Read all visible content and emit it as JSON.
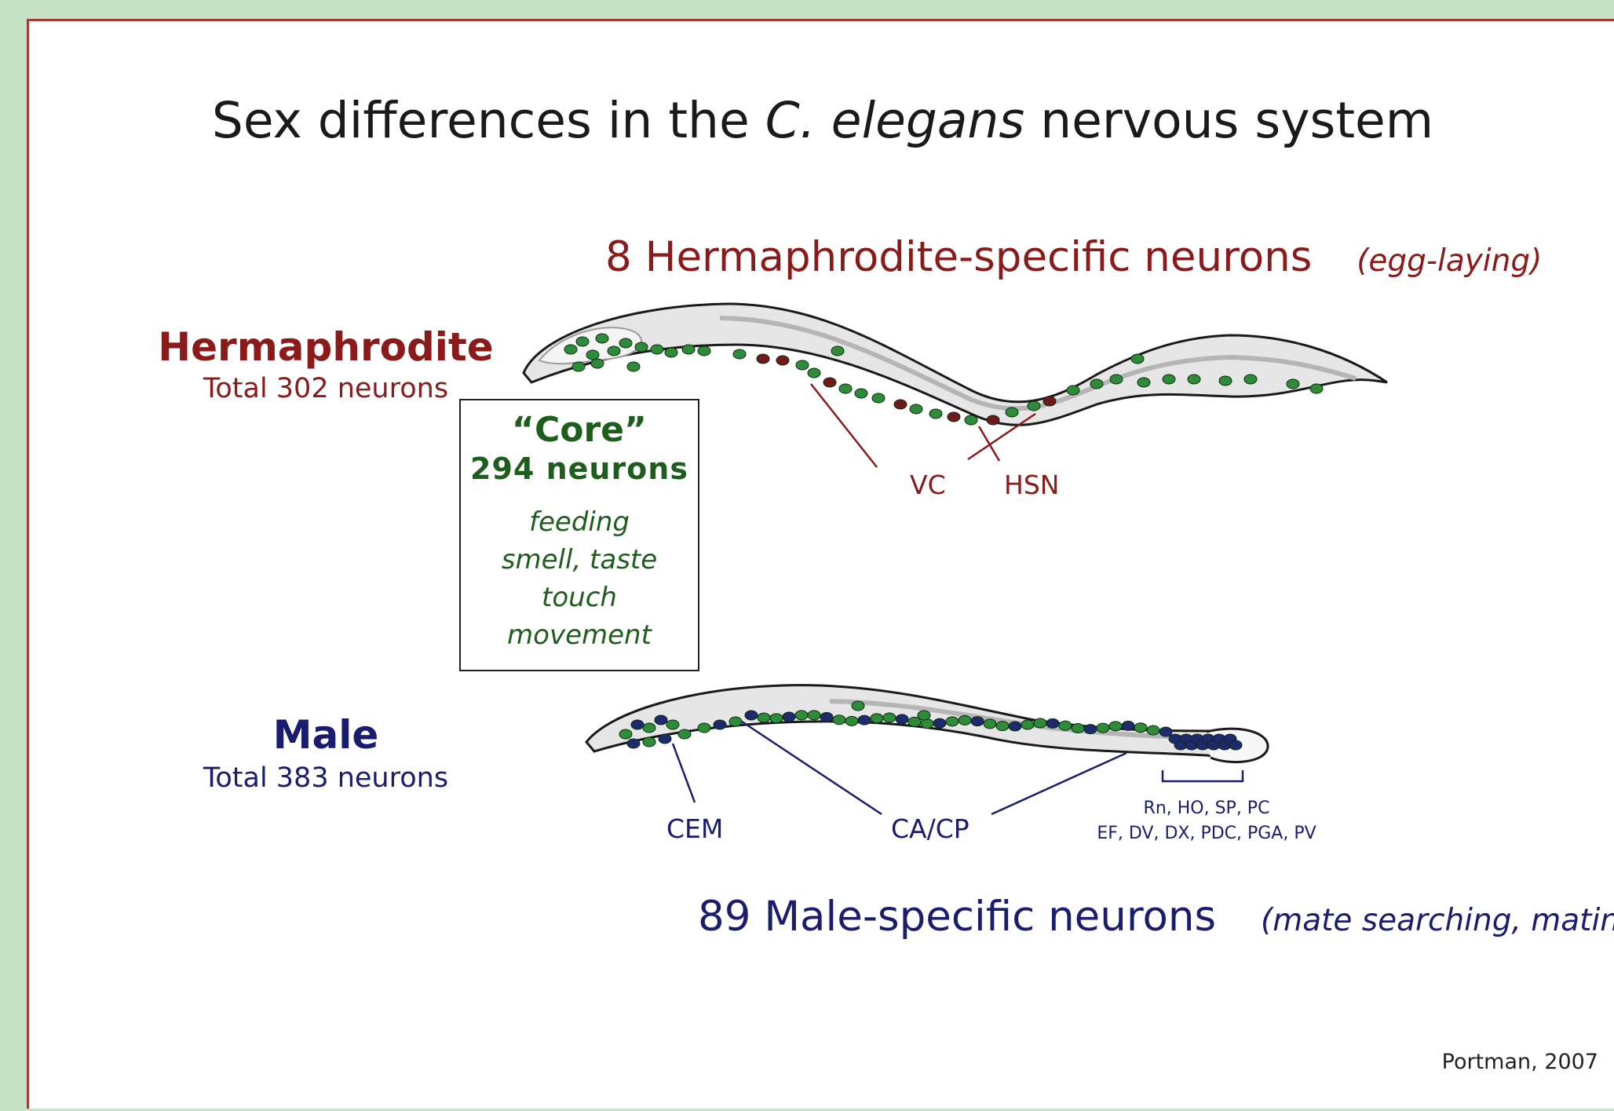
{
  "title": {
    "before": "Sex differences in the ",
    "species": "C. elegans",
    "after": " nervous system"
  },
  "hermaphrodite": {
    "name": "Hermaphrodite",
    "total": "Total 302 neurons",
    "specific_count": "8",
    "specific_label": "Hermaphrodite-specific neurons",
    "specific_note": "(egg-laying)",
    "labels": [
      "VC",
      "HSN"
    ]
  },
  "core": {
    "title": "“Core”",
    "count": "294 neurons",
    "functions": [
      "feeding",
      "smell, taste",
      "touch",
      "movement"
    ]
  },
  "male": {
    "name": "Male",
    "total": "Total 383 neurons",
    "specific_count": "89",
    "specific_label": "Male-specific neurons",
    "specific_note": "(mate searching, mating)",
    "labels": [
      "CEM",
      "CA/CP"
    ],
    "tail_neurons": [
      "Rn, HO, SP, PC",
      "EF, DV, DX, PDC, PGA, PV"
    ]
  },
  "credit": "Portman, 2007",
  "colors": {
    "hermaphrodite": "#8b1a1a",
    "male": "#1a1d6e",
    "core": "#1d5e1d",
    "border": "#a33a33",
    "background": "#c7e2c6"
  }
}
